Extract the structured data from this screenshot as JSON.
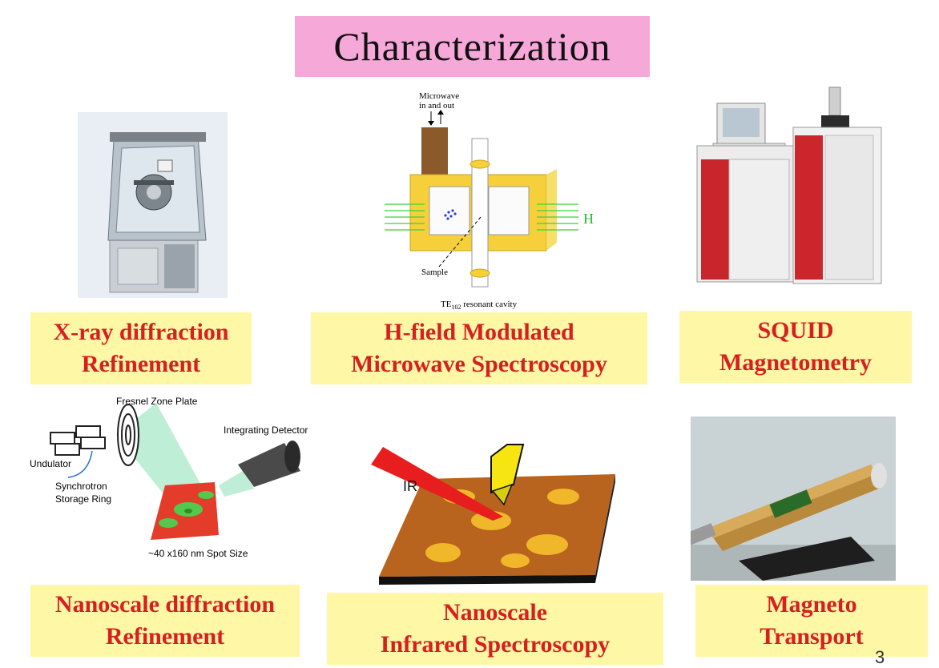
{
  "title": "Characterization",
  "techniques": [
    {
      "line1": "X-ray diffraction",
      "line2": "Refinement"
    },
    {
      "line1": "H-field Modulated",
      "line2": "Microwave Spectroscopy"
    },
    {
      "line1": "SQUID",
      "line2": "Magnetometry"
    },
    {
      "line1": "Nanoscale diffraction",
      "line2": "Refinement"
    },
    {
      "line1": "Nanoscale",
      "line2": "Infrared Spectroscopy"
    },
    {
      "line1": "Magneto",
      "line2": "Transport"
    }
  ],
  "microwave_diagram": {
    "microwave_label_1": "Microwave",
    "microwave_label_2": "in and out",
    "h_label": "H",
    "sample_label": "Sample",
    "cavity_label": "TE",
    "cavity_sub": "102",
    "cavity_suffix": " resonant cavity"
  },
  "nanodiffraction_diagram": {
    "fresnel": "Fresnel Zone Plate",
    "detector": "Integrating Detector",
    "undulator": "Undulator",
    "ring_1": "Synchrotron",
    "ring_2": "Storage Ring",
    "spot": "~40 x160 nm Spot Size"
  },
  "ir_diagram": {
    "ir_label": "IR"
  },
  "page_number": "3"
}
